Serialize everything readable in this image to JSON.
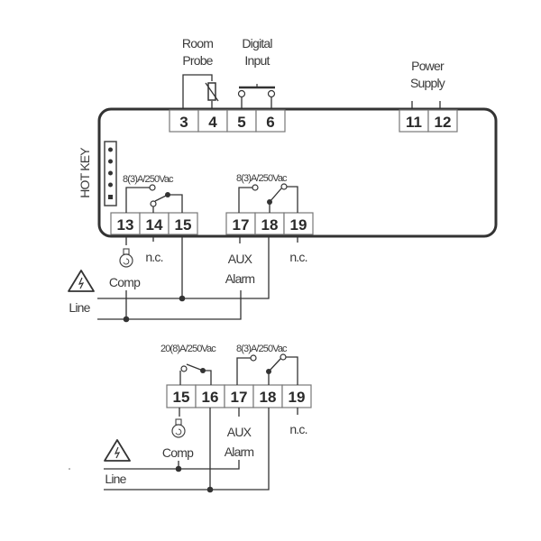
{
  "diagram_top": {
    "labels": {
      "room_probe": [
        "Room",
        "Probe"
      ],
      "digital_input": [
        "Digital",
        "Input"
      ],
      "power_supply": [
        "Power",
        "Supply"
      ],
      "hot_key": "HOT KEY",
      "relay1_rating": "8(3)A/250Vac",
      "relay2_rating": "8(3)A/250Vac",
      "nc_14": "n.c.",
      "nc_19": "n.c.",
      "comp": "Comp",
      "aux": [
        "AUX",
        "Alarm"
      ],
      "line": "Line"
    },
    "terminals": [
      "3",
      "4",
      "5",
      "6",
      "11",
      "12",
      "13",
      "14",
      "15",
      "17",
      "18",
      "19"
    ]
  },
  "diagram_bottom": {
    "labels": {
      "relay1_rating": "20(8)A/250Vac",
      "relay2_rating": "8(3)A/250Vac",
      "nc_19": "n.c.",
      "comp": "Comp",
      "aux": [
        "AUX",
        "Alarm"
      ],
      "line": "Line"
    },
    "terminals": [
      "15",
      "16",
      "17",
      "18",
      "19"
    ]
  }
}
